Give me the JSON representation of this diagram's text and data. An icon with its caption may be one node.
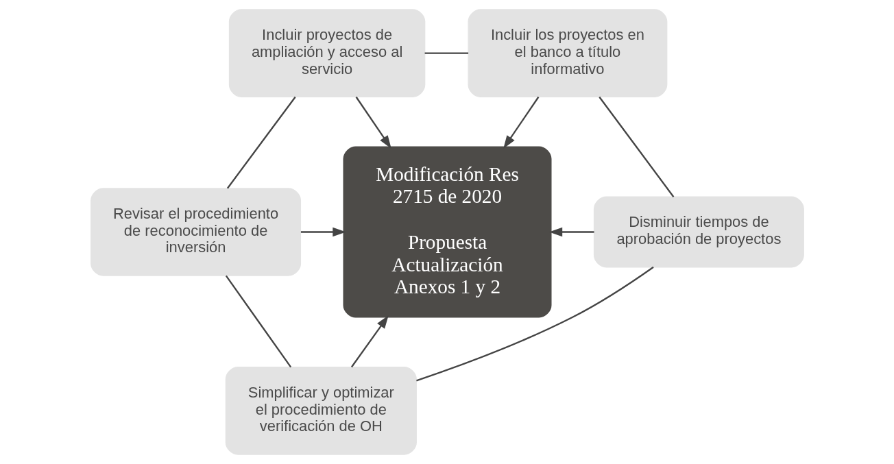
{
  "diagram": {
    "nodes": [
      {
        "text": [
          "Modificación Res 2715 de 2020",
          "Propuesta Actualización Anexos 1 y 2"
        ]
      },
      {
        "text": [
          "Incluir proyectos de ampliación y acceso al servicio"
        ]
      },
      {
        "text": [
          "Incluir los proyectos en el banco a título informativo"
        ]
      },
      {
        "text": [
          "Revisar el procedimiento de reconocimiento de inversión"
        ]
      },
      {
        "text": [
          "Disminuir tiempos de aprobación de proyectos"
        ]
      },
      {
        "text": [
          "Simplificar y optimizar el procedimiento de verificación de OH"
        ]
      }
    ],
    "edges": [
      {
        "from": 1,
        "to": 0,
        "arrow": "to"
      },
      {
        "from": 2,
        "to": 0,
        "arrow": "to"
      },
      {
        "from": 3,
        "to": 0,
        "arrow": "to"
      },
      {
        "from": 4,
        "to": 0,
        "arrow": "to"
      },
      {
        "from": 5,
        "to": 0,
        "arrow": "to"
      },
      {
        "from": 1,
        "to": 2,
        "arrow": "none"
      },
      {
        "from": 1,
        "to": 3,
        "arrow": "none"
      },
      {
        "from": 2,
        "to": 4,
        "arrow": "none"
      },
      {
        "from": 3,
        "to": 5,
        "arrow": "none"
      },
      {
        "from": 4,
        "to": 5,
        "arrow": "none"
      }
    ]
  }
}
